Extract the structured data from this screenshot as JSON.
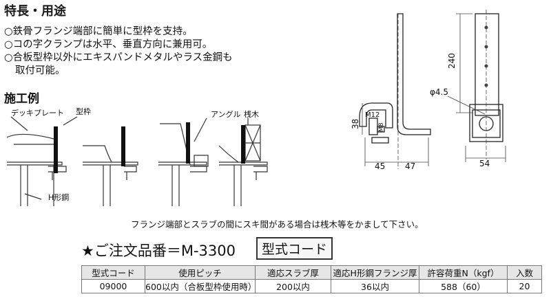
{
  "section_title": "特長・用途",
  "features": [
    "○鉄骨フランジ端部に簡単に型枠を支持。",
    "○コの字クランプは水平、垂直方向に兼用可。",
    "○合板型枠以外にエキスパンドメタルやラス金鋼も",
    "取付可能。"
  ],
  "example_title": "施工例",
  "example_labels": {
    "deck_plate": "デッキプレート",
    "formwork": "型枠",
    "angle": "アングル",
    "lumber": "桟木",
    "h_steel": "H形鋼"
  },
  "drawing_dims": {
    "d240": "240",
    "phi": "φ4.5",
    "m12": "M12",
    "m8": "M8",
    "d38": "38",
    "d45": "45",
    "d47": "47",
    "d54": "54"
  },
  "note": "フランジ端部とスラブの間にスキ間がある場合は桟木等をかまして下さい。",
  "order": {
    "text": "★ご注文品番＝M-3300",
    "box": "型式コード"
  },
  "table": {
    "headers": [
      "型式コード",
      "使用ピッチ",
      "適応スラブ厚",
      "適応H形鋼フランジ厚",
      "許容荷重N（kgf）",
      "入数"
    ],
    "rows": [
      [
        "09000",
        "600以内（合板型枠使用時）",
        "200以内",
        "36以内",
        "588（60）",
        "20"
      ]
    ]
  }
}
